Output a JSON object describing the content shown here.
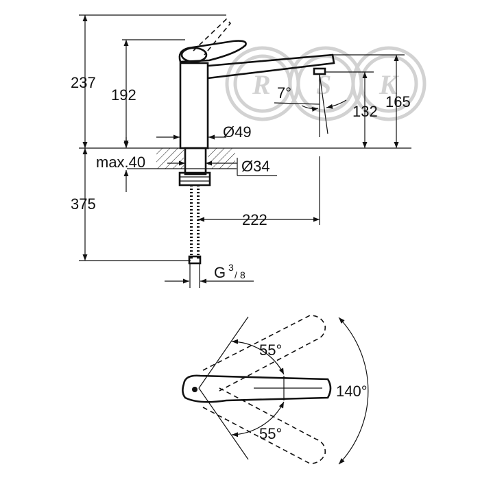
{
  "drawing": {
    "side_view": {
      "total_height": "237",
      "handle_height": "192",
      "spout_top_height": "165",
      "spout_outlet_height": "132",
      "spout_angle": "7°",
      "body_diameter": "Ø49",
      "mounting_hole_diameter": "Ø34",
      "max_deck_thickness": "max.40",
      "hose_length": "375",
      "spout_reach": "222",
      "connection_thread": "G",
      "connection_thread_num": "3",
      "connection_thread_den": "8"
    },
    "top_view": {
      "swivel_left": "55°",
      "swivel_right": "55°",
      "swivel_total": "140°"
    },
    "watermark": [
      "R",
      "S",
      "K"
    ]
  }
}
